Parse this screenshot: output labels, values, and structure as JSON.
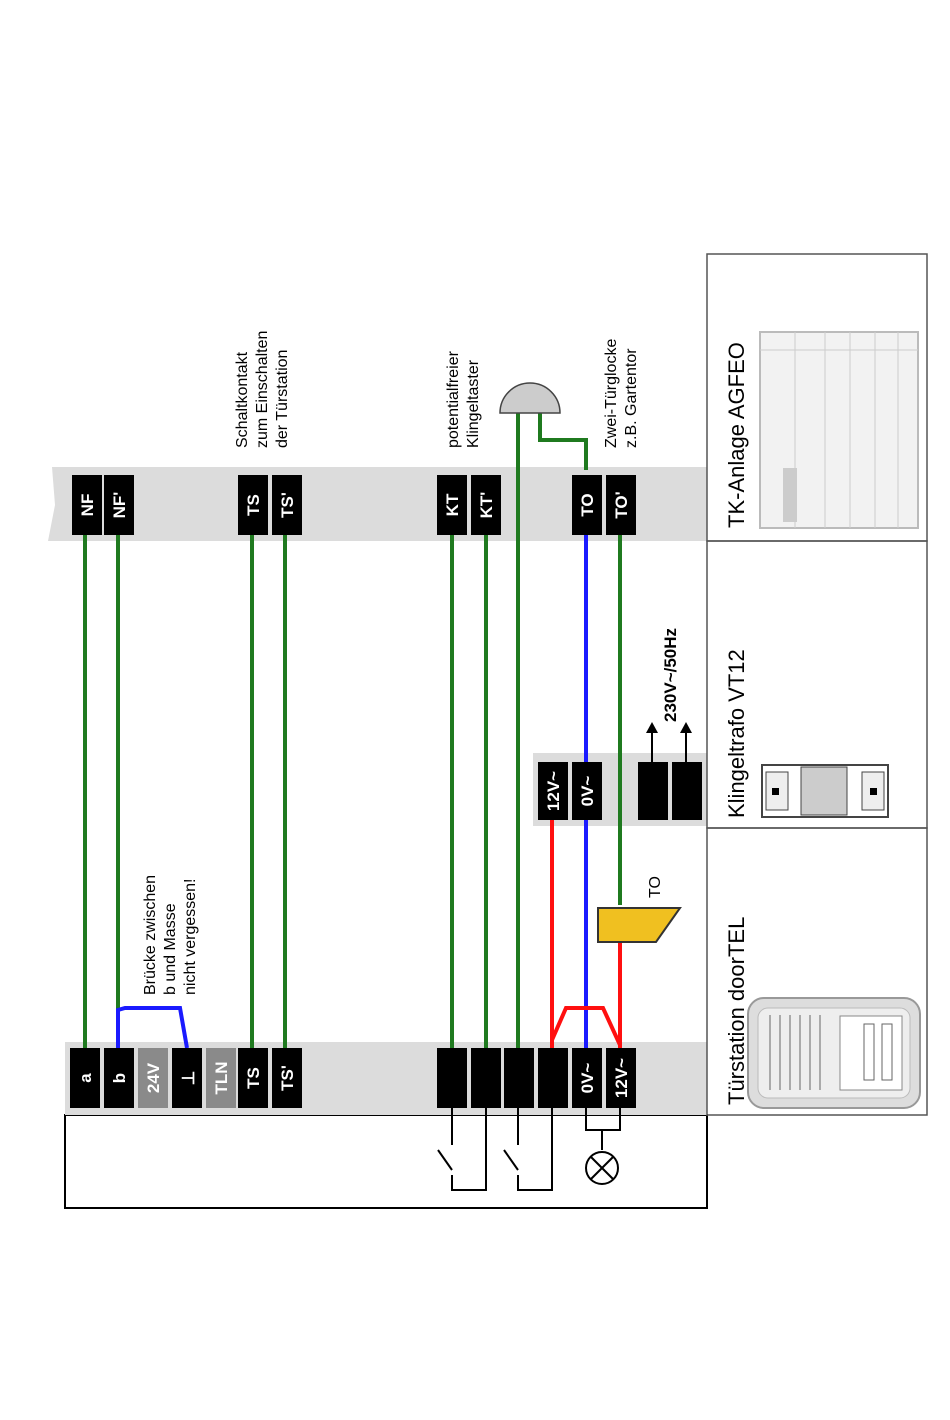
{
  "terminals": {
    "door": [
      "a",
      "b",
      "24V",
      "⊥",
      "TLN",
      "TS",
      "TS'",
      "",
      "",
      "",
      "",
      "0V~",
      "12V~"
    ],
    "tk": [
      "NF",
      "NF'",
      "TS",
      "TS'",
      "KT",
      "KT'",
      "TO",
      "TO'"
    ],
    "trafo": [
      "12V~",
      "0V~"
    ]
  },
  "labels": {
    "bridge": [
      "Brücke zwischen",
      "b und Masse",
      "nicht vergessen!"
    ],
    "switch_contact": [
      "Schaltkontakt",
      "zum Einschalten",
      "der Türstation"
    ],
    "bell_button": [
      "potentialfreier",
      "Klingeltaster"
    ],
    "bell": [
      "Zwei-Türglocke",
      "z.B. Gartentor"
    ],
    "mains": "230V~/50Hz",
    "to_relay": "TO"
  },
  "panels": {
    "door": "Türstation doorTEL",
    "trafo": "Klingeltrafo VT12",
    "tk": "TK-Anlage AGFEO"
  },
  "colors": {
    "signal_wire": "#1f7a1f",
    "zero_volt_wire": "#1a1aff",
    "twelve_volt_wire": "#ff1010",
    "relay": "#f0c020"
  }
}
